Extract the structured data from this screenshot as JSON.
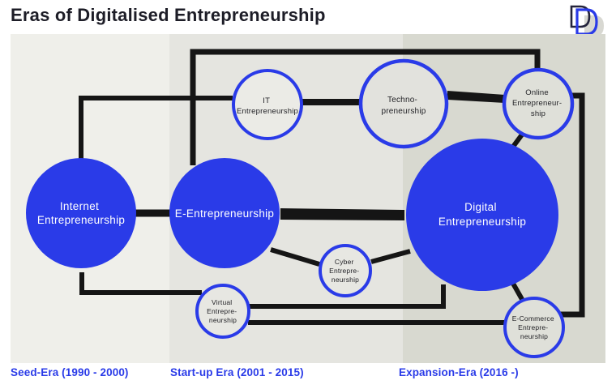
{
  "header": {
    "title": "Eras of Digitalised Entrepreneurship",
    "logo": "DD-monogram"
  },
  "eras": [
    {
      "id": "seed",
      "label": "Seed-Era (1990 - 2000)"
    },
    {
      "id": "startup",
      "label": "Start-up Era (2001 - 2015)"
    },
    {
      "id": "expansion",
      "label": "Expansion-Era (2016 -)"
    }
  ],
  "nodes": {
    "internet": {
      "lines": [
        "Internet",
        "Entrepreneurship"
      ],
      "style": "filled"
    },
    "e_entrepreneurship": {
      "lines": [
        "E-Entrepreneurship"
      ],
      "style": "filled"
    },
    "digital": {
      "lines": [
        "Digital",
        "Entrepreneurship"
      ],
      "style": "filled"
    },
    "it": {
      "lines": [
        "IT",
        "Entrepreneurship"
      ],
      "style": "outline"
    },
    "techno": {
      "lines": [
        "Techno-",
        "preneurship"
      ],
      "style": "outline"
    },
    "online": {
      "lines": [
        "Online",
        "Entrepreneur-",
        "ship"
      ],
      "style": "outline"
    },
    "cyber": {
      "lines": [
        "Cyber",
        "Entrepre-",
        "neurship"
      ],
      "style": "outline"
    },
    "virtual": {
      "lines": [
        "Virtual",
        "Entrepre-",
        "neurship"
      ],
      "style": "outline"
    },
    "e_commerce": {
      "lines": [
        "E-Commerce",
        "Entrepre-",
        "neurship"
      ],
      "style": "outline"
    }
  },
  "edges": [
    [
      "internet",
      "it"
    ],
    [
      "internet",
      "e_entrepreneurship"
    ],
    [
      "internet",
      "virtual"
    ],
    [
      "e_entrepreneurship",
      "online"
    ],
    [
      "e_entrepreneurship",
      "digital"
    ],
    [
      "e_entrepreneurship",
      "cyber"
    ],
    [
      "it",
      "techno"
    ],
    [
      "techno",
      "online"
    ],
    [
      "online",
      "digital"
    ],
    [
      "online",
      "e_commerce"
    ],
    [
      "cyber",
      "digital"
    ],
    [
      "virtual",
      "digital"
    ],
    [
      "virtual",
      "e_commerce"
    ],
    [
      "digital",
      "e_commerce"
    ]
  ],
  "colors": {
    "node_blue": "#2a3be8",
    "line_black": "#151515",
    "band_seed": "#efefea",
    "band_startup": "#e5e5e0",
    "band_expansion": "#d8d9d0",
    "era_label_blue": "#2a3be8",
    "title_color": "#1d1d27"
  }
}
